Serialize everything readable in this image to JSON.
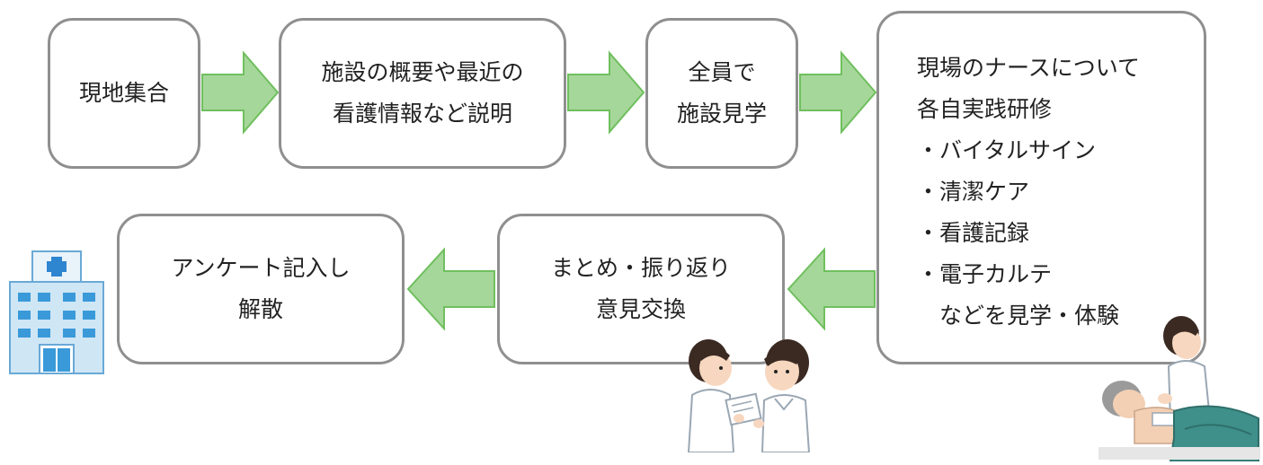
{
  "steps": [
    {
      "id": "step1",
      "lines": [
        "現地集合"
      ]
    },
    {
      "id": "step2",
      "lines": [
        "施設の概要や最近の",
        "看護情報など説明"
      ]
    },
    {
      "id": "step3",
      "lines": [
        "全員で",
        "施設見学"
      ]
    },
    {
      "id": "step4",
      "lines": [
        "現場のナースについて",
        "各自実践研修",
        "・バイタルサイン",
        "・清潔ケア",
        "・看護記録",
        "・電子カルテ",
        "　などを見学・体験"
      ]
    },
    {
      "id": "step5",
      "lines": [
        "まとめ・振り返り",
        "意見交換"
      ]
    },
    {
      "id": "step6",
      "lines": [
        "アンケート記入し",
        "解散"
      ]
    }
  ],
  "colors": {
    "box_border": "#8f8f8f",
    "arrow_fill": "#a6d79a",
    "arrow_stroke": "#6fbf5e",
    "hospital_blue": "#3a9ad9",
    "hospital_body": "#cfe6f5",
    "cross": "#2f86d0"
  },
  "illustrations": [
    "hospital-building",
    "nurses-talking",
    "nurse-caring-patient"
  ]
}
